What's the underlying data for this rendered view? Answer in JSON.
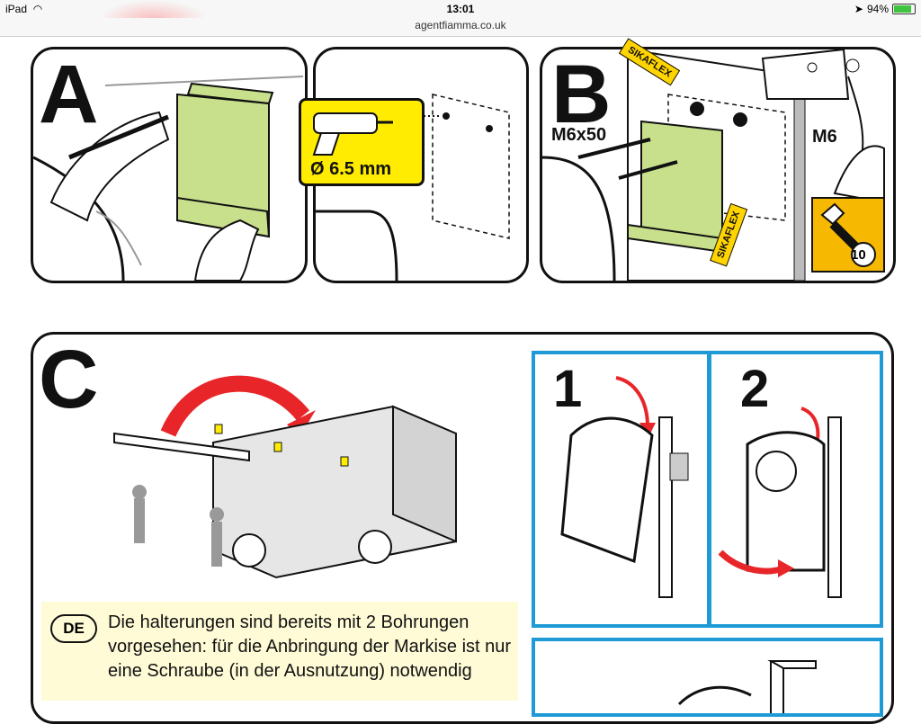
{
  "status": {
    "device": "iPad",
    "time": "13:01",
    "battery_pct": "94%",
    "battery_level": 0.94
  },
  "browser": {
    "url": "agentfiamma.co.uk"
  },
  "colors": {
    "bracket_green": "#c8df8c",
    "highlight_yellow": "#ffec00",
    "step_blue": "#1e9bd7",
    "arrow_red": "#e8262a",
    "note_bg": "#fffbd6"
  },
  "panel_a": {
    "label": "A",
    "drill_size": "Ø 6.5 mm"
  },
  "panel_b": {
    "label": "B",
    "bolt_label": "M6x50",
    "nut_label": "M6",
    "sealant_label": "SIKAFLEX",
    "wrench_size": "10"
  },
  "panel_c": {
    "label": "C",
    "step1": "1",
    "step2": "2",
    "note": {
      "lang": "DE",
      "text": "Die halterungen sind bereits mit 2 Bohrungen vorgesehen: für die Anbringung der Markise ist nur eine Schraube (in der Ausnutzung) notwendig"
    }
  }
}
